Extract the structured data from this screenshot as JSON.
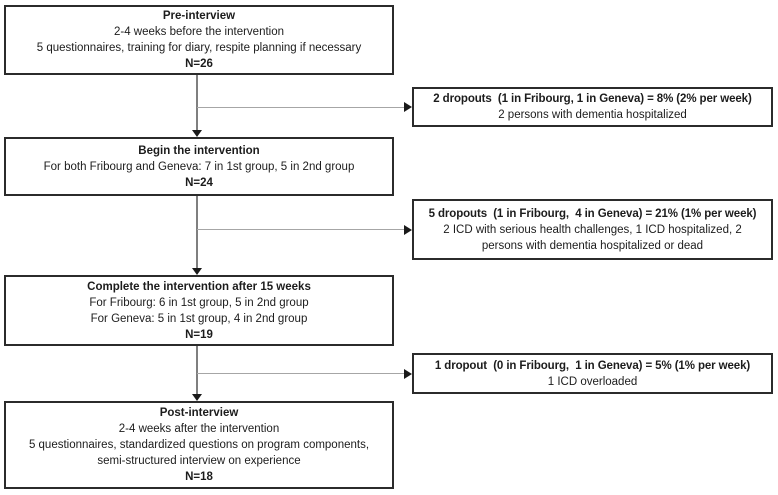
{
  "colors": {
    "box_border": "#2b2b2b",
    "vertical_connector": "#7f7f7f",
    "horizontal_connector": "#a6a6a6",
    "arrowhead": "#1a1a1a",
    "background": "#ffffff",
    "text": "#1c1c1c"
  },
  "diagram": {
    "main_nodes": [
      {
        "id": "pre-interview",
        "title": "Pre-interview",
        "lines": [
          "2-4 weeks before the intervention",
          "5 questionnaires, training for diary, respite planning if necessary"
        ],
        "n": "N=26"
      },
      {
        "id": "begin-intervention",
        "title": "Begin the intervention",
        "lines": [
          "For both Fribourg and Geneva: 7 in 1st group, 5 in 2nd group"
        ],
        "n": "N=24"
      },
      {
        "id": "complete-intervention",
        "title": "Complete the intervention after 15 weeks",
        "lines": [
          "For Fribourg: 6 in 1st group, 5 in 2nd group",
          "For Geneva: 5 in 1st group, 4 in 2nd group"
        ],
        "n": "N=19"
      },
      {
        "id": "post-interview",
        "title": "Post-interview",
        "lines": [
          "2-4 weeks after the intervention",
          "5 questionnaires, standardized questions on program components,",
          "semi-structured interview on experience"
        ],
        "n": "N=18"
      }
    ],
    "dropout_nodes": [
      {
        "id": "dropout-after-pre-interview",
        "headline": "2 dropouts  (1 in Fribourg, 1 in Geneva) = 8% (2% per week)",
        "lines": [
          "2 persons with dementia hospitalized"
        ]
      },
      {
        "id": "dropout-during-intervention",
        "headline": "5 dropouts  (1 in Fribourg,  4 in Geneva) = 21% (1% per week)",
        "lines": [
          "2 ICD with serious health challenges, 1 ICD hospitalized, 2",
          "persons with dementia hospitalized or dead"
        ]
      },
      {
        "id": "dropout-before-post-interview",
        "headline": "1 dropout  (0 in Fribourg,  1 in Geneva) = 5% (1% per week)",
        "lines": [
          "1 ICD overloaded"
        ]
      }
    ]
  }
}
